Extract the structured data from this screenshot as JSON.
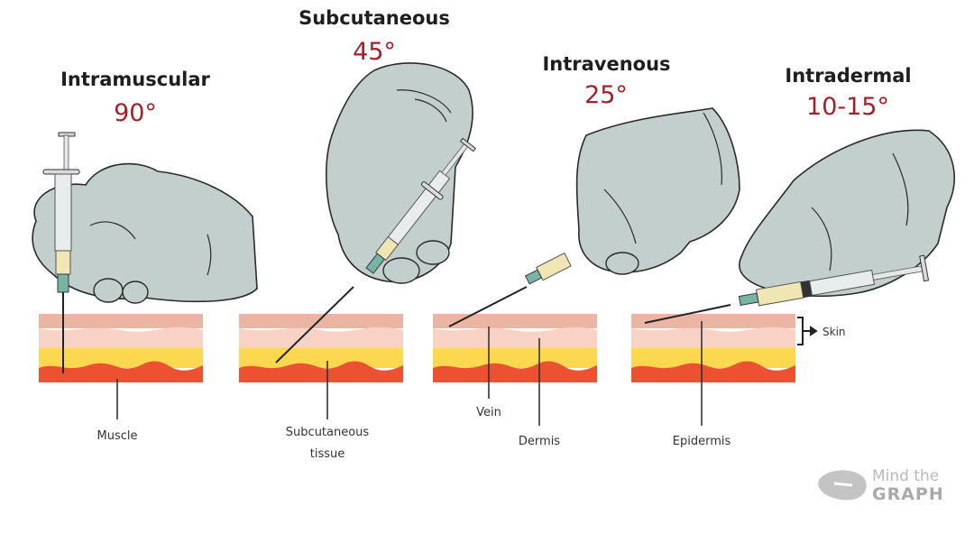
{
  "diagram": {
    "panels": [
      {
        "route": "Intramuscular",
        "angle": "90°",
        "target": "Muscle"
      },
      {
        "route": "Subcutaneous",
        "angle": "45°",
        "target_line1": "Subcutaneous",
        "target_line2": "tissue"
      },
      {
        "route": "Intravenous",
        "angle": "25°",
        "target": "Vein",
        "target2": "Dermis"
      },
      {
        "route": "Intradermal",
        "angle": "10-15°",
        "target": "Epidermis"
      }
    ],
    "skin_bracket_label": "Skin",
    "layer_colors": {
      "epidermis": "#ebb5a4",
      "dermis": "#f8d2c5",
      "subcutaneous": "#fbd84f",
      "muscle": "#ec5132"
    },
    "glove_color": "#c3cfcd",
    "angle_color": "#a4202a"
  },
  "watermark": {
    "line1": "Mind the",
    "line2": "GRAPH"
  }
}
